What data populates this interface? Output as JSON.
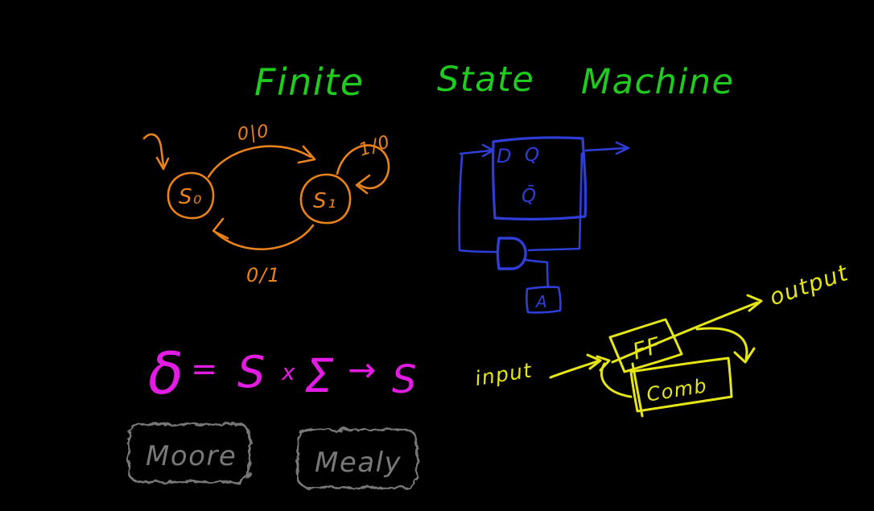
{
  "canvas": {
    "background": "#000000"
  },
  "colors": {
    "green": "#1ecb1e",
    "orange": "#e8821a",
    "blue": "#2f3ed8",
    "magenta": "#e21ce2",
    "yellow": "#e6e616",
    "gray": "#787878"
  },
  "title": {
    "full": "Finite State Machine",
    "words": [
      "Finite",
      "State",
      "Machine"
    ]
  },
  "state_diagram": {
    "state0_label": "S₀",
    "state1_label": "S₁",
    "transition_s0_to_s1_label": "0|0",
    "self_loop_s1_label": "1/0",
    "transition_s1_to_s0_label": "0/1"
  },
  "circuit": {
    "d_label": "D",
    "q_label": "Q",
    "qbar_label": "Q̄",
    "and_block_label": "A"
  },
  "equation": {
    "full": "δ = S x Σ → S",
    "delta": "δ",
    "equals": "=",
    "domain": "S",
    "times": "x",
    "sigma": "Σ",
    "arrow": "→",
    "result": "S"
  },
  "block_diagram": {
    "input_label": "input",
    "ff_label": "FF",
    "comb_label": "Comb",
    "output_label": "output"
  },
  "machine_types": {
    "moore_label": "Moore",
    "mealy_label": "Mealy"
  }
}
